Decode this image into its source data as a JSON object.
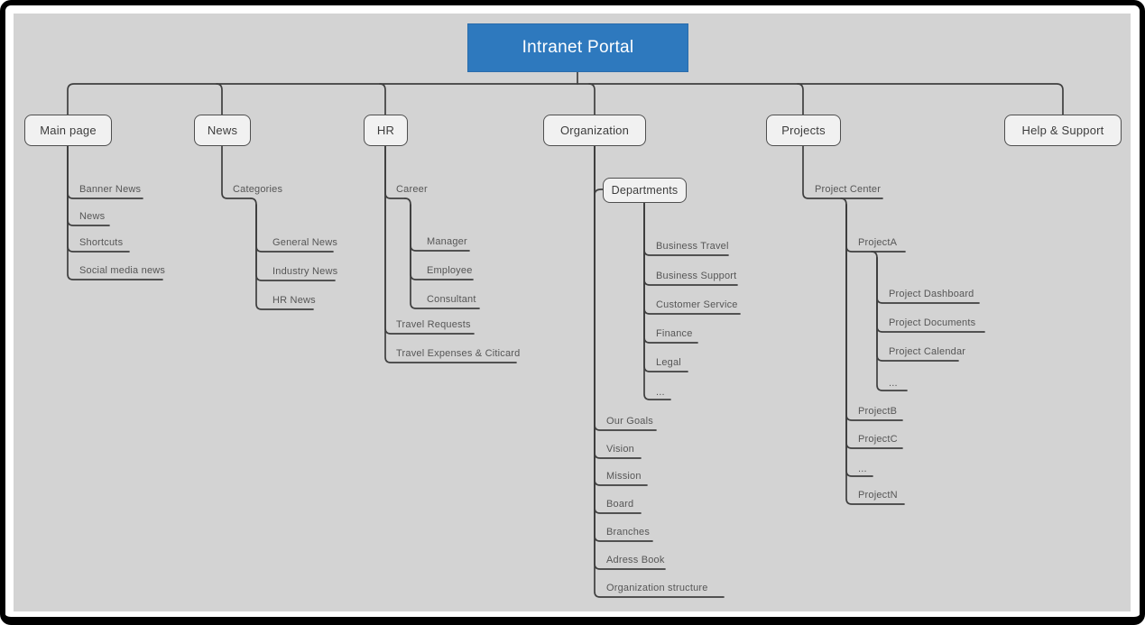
{
  "diagram": {
    "title": "Intranet Portal",
    "branches": {
      "main_page": {
        "label": "Main page",
        "items": [
          "Banner News",
          "News",
          "Shortcuts",
          "Social media news"
        ]
      },
      "news": {
        "label": "News",
        "categories": {
          "label": "Categories",
          "items": [
            "General News",
            "Industry News",
            "HR News"
          ]
        }
      },
      "hr": {
        "label": "HR",
        "career": {
          "label": "Career",
          "items": [
            "Manager",
            "Employee",
            "Consultant"
          ]
        },
        "items": [
          "Travel Requests",
          "Travel Expenses & Citicard"
        ]
      },
      "organization": {
        "label": "Organization",
        "departments": {
          "label": "Departments",
          "items": [
            "Business Travel",
            "Business Support",
            "Customer Service",
            "Finance",
            "Legal",
            "..."
          ]
        },
        "items": [
          "Our Goals",
          "Vision",
          "Mission",
          "Board",
          "Branches",
          "Adress Book",
          "Organization structure"
        ]
      },
      "projects": {
        "label": "Projects",
        "project_center": {
          "label": "Project Center",
          "project_a": {
            "label": "ProjectA",
            "items": [
              "Project Dashboard",
              "Project Documents",
              "Project Calendar",
              "..."
            ]
          },
          "items": [
            "ProjectB",
            "ProjectC",
            "...",
            "ProjectN"
          ]
        }
      },
      "help_support": {
        "label": "Help & Support"
      }
    },
    "colors": {
      "title_bg": "#2e79be",
      "canvas_bg": "#d3d3d3",
      "line": "#3f3f3f",
      "node_fill": "#f1f1f1",
      "node_border": "#4f4f4f"
    }
  }
}
